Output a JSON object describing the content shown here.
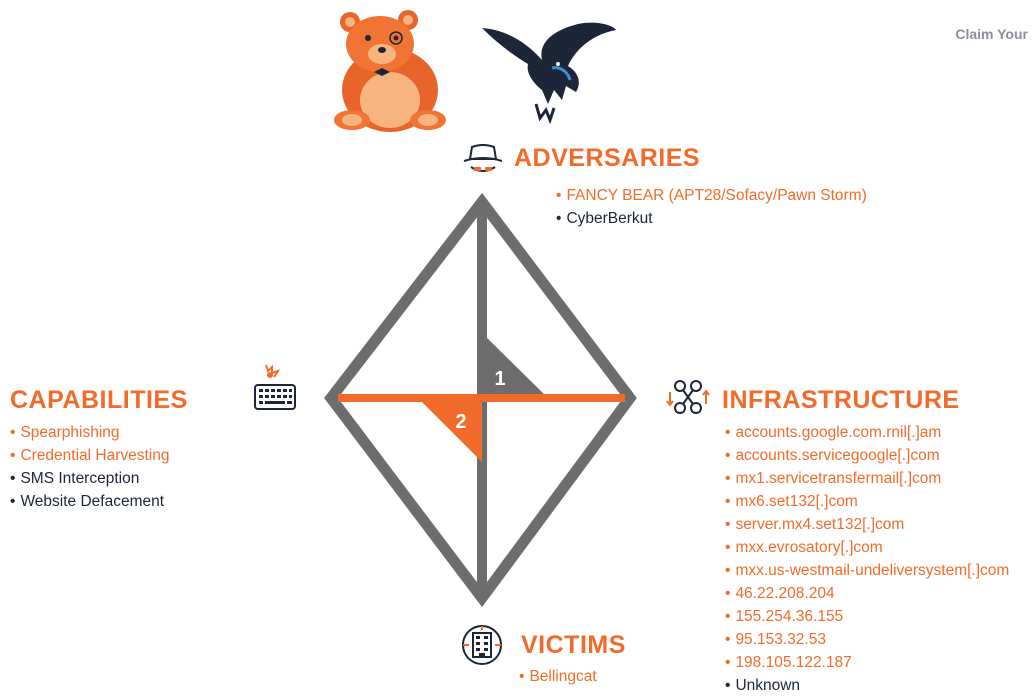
{
  "claim_text": "Claim Your",
  "colors": {
    "accent": "#f26b2a",
    "dark": "#1c2638",
    "diamond_gray": "#6d6d6d",
    "diamond_orange": "#f26b2a"
  },
  "icons": {
    "bear": "bear-mascot-icon",
    "eagle": "eagle-mascot-icon",
    "adversaries": "hat-spy-icon",
    "capabilities": "keyboard-icon",
    "infrastructure": "network-nodes-icon",
    "victims": "building-icon"
  },
  "adversaries": {
    "title": "ADVERSARIES",
    "items": [
      {
        "text": "FANCY BEAR (APT28/Sofacy/Pawn Storm)",
        "color": "orange"
      },
      {
        "text": "CyberBerkut",
        "color": "navy"
      }
    ]
  },
  "capabilities": {
    "title": "CAPABILITIES",
    "items": [
      {
        "text": "Spearphishing",
        "color": "orange"
      },
      {
        "text": "Credential Harvesting",
        "color": "orange"
      },
      {
        "text": "SMS Interception",
        "color": "navy"
      },
      {
        "text": "Website Defacement",
        "color": "navy"
      }
    ]
  },
  "infrastructure": {
    "title": "INFRASTRUCTURE",
    "items": [
      {
        "text": "accounts.google.com.rnil[.]am",
        "color": "orange"
      },
      {
        "text": "accounts.servicegoogle[.]com",
        "color": "orange"
      },
      {
        "text": "mx1.servicetransfermail[.]com",
        "color": "orange"
      },
      {
        "text": "mx6.set132[.]com",
        "color": "orange"
      },
      {
        "text": "server.mx4.set132[.]com",
        "color": "orange"
      },
      {
        "text": "mxx.evrosatory[.]com",
        "color": "orange"
      },
      {
        "text": "mxx.us-westmail-undeliversystem[.]com",
        "color": "orange"
      },
      {
        "text": "46.22.208.204",
        "color": "orange"
      },
      {
        "text": "155.254.36.155",
        "color": "orange"
      },
      {
        "text": "95.153.32.53",
        "color": "orange"
      },
      {
        "text": "198.105.122.187",
        "color": "orange"
      },
      {
        "text": "Unknown",
        "color": "navy"
      }
    ]
  },
  "victims": {
    "title": "VICTIMS",
    "items": [
      {
        "text": "Bellingcat",
        "color": "orange"
      }
    ]
  },
  "diamond": {
    "marker_1": "1",
    "marker_2": "2"
  }
}
